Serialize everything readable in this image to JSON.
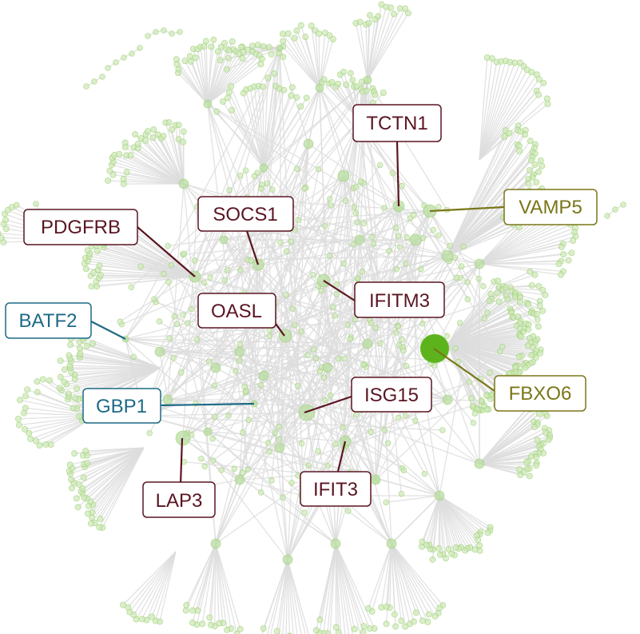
{
  "colors": {
    "edge": "#dddddd",
    "node_fill": "#cfe8b8",
    "node_stroke": "#8fcb62",
    "hub_fill": "#b8dca0",
    "highlight_node": "#5cb31c",
    "maroon": "#5a1522",
    "teal": "#1d6a86",
    "olive": "#7a7618",
    "label_bg": "#ffffff"
  },
  "labels": [
    {
      "text": "TCTN1",
      "group": "maroon"
    },
    {
      "text": "VAMP5",
      "group": "olive"
    },
    {
      "text": "PDGFRB",
      "group": "maroon"
    },
    {
      "text": "SOCS1",
      "group": "maroon"
    },
    {
      "text": "IFITM3",
      "group": "maroon"
    },
    {
      "text": "BATF2",
      "group": "teal"
    },
    {
      "text": "OASL",
      "group": "maroon"
    },
    {
      "text": "FBXO6",
      "group": "olive"
    },
    {
      "text": "ISG15",
      "group": "maroon"
    },
    {
      "text": "GBP1",
      "group": "teal"
    },
    {
      "text": "IFIT3",
      "group": "maroon"
    },
    {
      "text": "LAP3",
      "group": "maroon"
    }
  ]
}
